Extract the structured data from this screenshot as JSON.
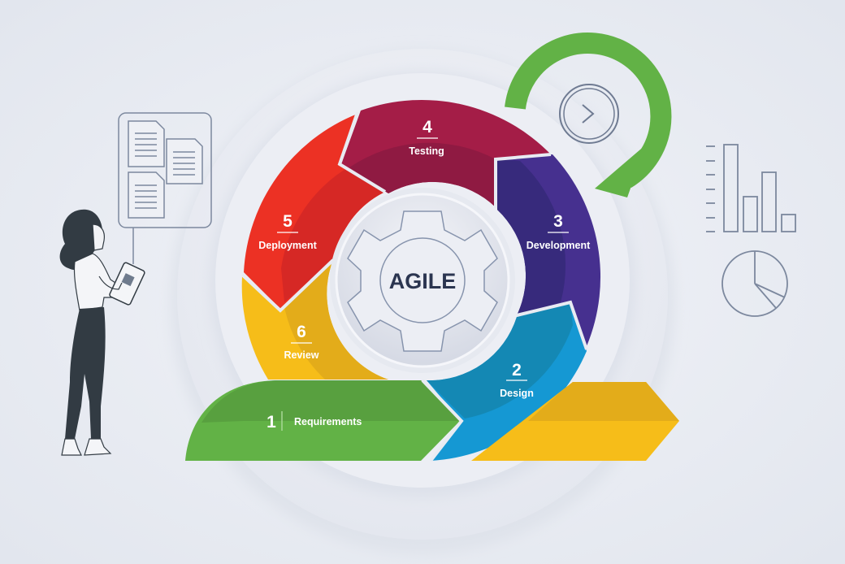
{
  "diagram": {
    "title": "AGILE",
    "type": "agile-lifecycle-cycle",
    "stages": [
      {
        "number": "1",
        "label": "Requirements",
        "color": "#62b246",
        "shade": "#58a03f"
      },
      {
        "number": "2",
        "label": "Design",
        "color": "#1598d3",
        "shade": "#1488b4"
      },
      {
        "number": "3",
        "label": "Development",
        "color": "#46308f",
        "shade": "#372a7c"
      },
      {
        "number": "4",
        "label": "Testing",
        "color": "#a41d47",
        "shade": "#8f1a42"
      },
      {
        "number": "5",
        "label": "Deployment",
        "color": "#ec3124",
        "shade": "#d62825"
      },
      {
        "number": "6",
        "label": "Review",
        "color": "#f6bd19",
        "shade": "#e3ac1a"
      }
    ],
    "colors": {
      "background": "#e8ebf2",
      "outer_disc": "#eef0f6",
      "center_text": "#2b3550",
      "line_art": "#7c889e",
      "cycle_arrow": "#62b246",
      "person_dark": "#323b43",
      "extension_arrow": "#f6bd19"
    },
    "decorations": {
      "left": "person-with-tablet-and-documents-icon",
      "top_right": "circular-refresh-arrow-with-play-icon",
      "right": "bar-chart-and-pie-chart-icons"
    }
  }
}
